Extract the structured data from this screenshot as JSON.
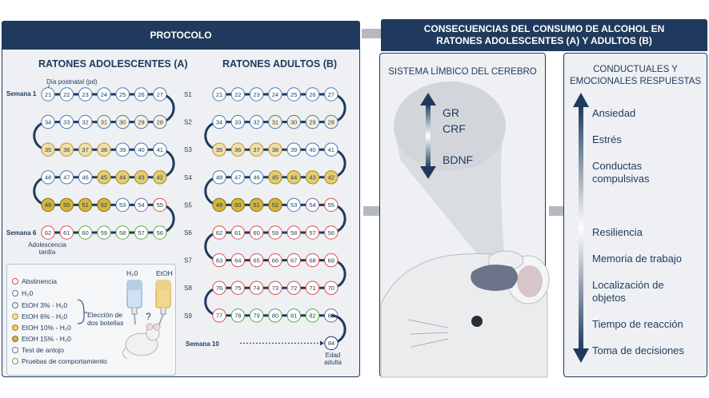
{
  "header_left": "PROTOCOLO",
  "header_right": "CONSECUENCIAS DEL CONSUMO DE ALCOHOL EN RATONES ADOLESCENTES (A) Y ADULTOS (B)",
  "col_a_title": "RATONES ADOLESCENTES (A)",
  "col_b_title": "RATONES ADULTOS (B)",
  "pd_label": "Día postnatal (pd)",
  "semana1_label": "Semana 1",
  "semana6_label": "Semana 6",
  "adolescencia_label": "Adolescencia tardía",
  "semana10_label": "Semana 10",
  "edad_adulta_label": "Edad adulta",
  "s_labels": [
    "S1",
    "S2",
    "S3",
    "S4",
    "S5",
    "S6",
    "S7",
    "S8",
    "S9"
  ],
  "rows_a": [
    [
      "21",
      "22",
      "23",
      "24",
      "25",
      "26",
      "27"
    ],
    [
      "34",
      "33",
      "32",
      "31",
      "30",
      "29",
      "28"
    ],
    [
      "35",
      "36",
      "37",
      "38",
      "39",
      "40",
      "41"
    ],
    [
      "48",
      "47",
      "46",
      "45",
      "44",
      "43",
      "42"
    ],
    [
      "49",
      "50",
      "51",
      "52",
      "53",
      "54",
      "55"
    ],
    [
      "62",
      "61",
      "60",
      "59",
      "58",
      "57",
      "56"
    ]
  ],
  "rows_b": [
    [
      "21",
      "22",
      "23",
      "24",
      "25",
      "26",
      "27"
    ],
    [
      "34",
      "33",
      "32",
      "31",
      "30",
      "29",
      "28"
    ],
    [
      "35",
      "36",
      "37",
      "38",
      "39",
      "40",
      "41"
    ],
    [
      "48",
      "47",
      "46",
      "45",
      "44",
      "43",
      "42"
    ],
    [
      "49",
      "50",
      "51",
      "52",
      "53",
      "54",
      "55"
    ],
    [
      "62",
      "61",
      "60",
      "59",
      "58",
      "57",
      "56"
    ],
    [
      "63",
      "64",
      "65",
      "66",
      "67",
      "68",
      "69"
    ],
    [
      "76",
      "75",
      "74",
      "73",
      "72",
      "71",
      "70"
    ],
    [
      "77",
      "78",
      "79",
      "80",
      "81",
      "82",
      "83"
    ]
  ],
  "end_day": "84",
  "legend": {
    "abstinencia": "Abstinencia",
    "h2o": "H₂0",
    "etoh3": "EtOH 3% - H₂0",
    "etoh6": "EtOH 6% - H₂0",
    "etoh10": "EtOH 10% - H₂0",
    "etoh15": "EtOH 15% - H₂0",
    "antojo": "Test de antojo",
    "pruebas": "Pruebas de comportamiento",
    "eleccion": "Elección de dos botellas",
    "bottle_h2o": "H₂0",
    "bottle_etoh": "EtOH",
    "question": "?"
  },
  "limbic_title": "SISTEMA LÍMBICO DEL CEREBRO",
  "molecules": [
    "GR",
    "CRF",
    "BDNF"
  ],
  "resp_title": "CONDUCTUALES Y EMOCIONALES RESPUESTAS",
  "responses": [
    "Ansiedad",
    "Estrés",
    "Conductas compulsivas",
    "Resiliencia",
    "Memoria de trabajo",
    "Localización de objetos",
    "Tiempo de reacción",
    "Toma de decisiones"
  ],
  "colors": {
    "navy": "#1f3a5c",
    "abstinence": "#d9534f",
    "h2o": "#4a7db5",
    "etoh_light": "#f3e8c8",
    "etoh_mid": "#ecd896",
    "etoh_dark": "#dcc15c",
    "craving": "#8b5fb0",
    "behavior": "#5aaa4a"
  }
}
